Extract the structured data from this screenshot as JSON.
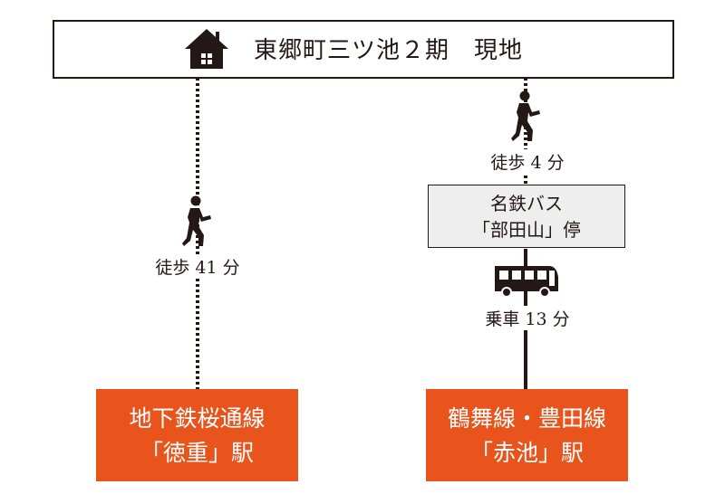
{
  "destination": {
    "label": "東郷町三ツ池２期　現地",
    "icon": "house-icon"
  },
  "left_route": {
    "walk_label": "徒歩 41 分",
    "station": {
      "line1": "地下鉄桜通線",
      "line2": "「徳重」駅"
    }
  },
  "right_route": {
    "walk_label": "徒歩 4 分",
    "bus_stop": {
      "line1": "名鉄バス",
      "line2": "「部田山」停"
    },
    "ride_label": "乗車 13 分",
    "station": {
      "line1": "鶴舞線・豊田線",
      "line2": "「赤池」駅"
    }
  },
  "colors": {
    "station": "#e8541c",
    "ink": "#231815",
    "bus_stop_bg": "#eeeeee"
  }
}
